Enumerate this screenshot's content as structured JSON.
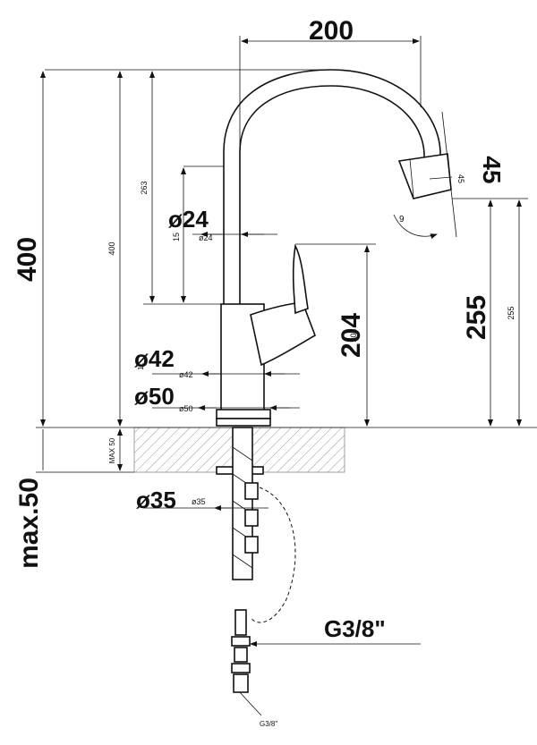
{
  "diagram": {
    "dimensions": {
      "width_big": "200",
      "height_total_big": "400",
      "height_total_small": "400",
      "upper_263_small": "263",
      "upper_15_small": "15",
      "outlet_angle_big": "45",
      "outlet_angle_small": "45",
      "angle_marker": "9",
      "spout_height_big": "255",
      "spout_height_small": "255",
      "lever_height_big": "204",
      "lever_height_small": "204",
      "diameter_24_big": "ø24",
      "diameter_24_small": "ø24",
      "diameter_42_big": "ø42",
      "diameter_42_small": "ø42",
      "small_11": "11",
      "diameter_50_big": "ø50",
      "diameter_50_small": "ø50",
      "max50_small": "MAX 50",
      "max50_big": "max.50",
      "diameter_35_big": "ø35",
      "diameter_35_small": "ø35",
      "thread_big": "G3/8\"",
      "thread_small": "G3/8\""
    }
  }
}
